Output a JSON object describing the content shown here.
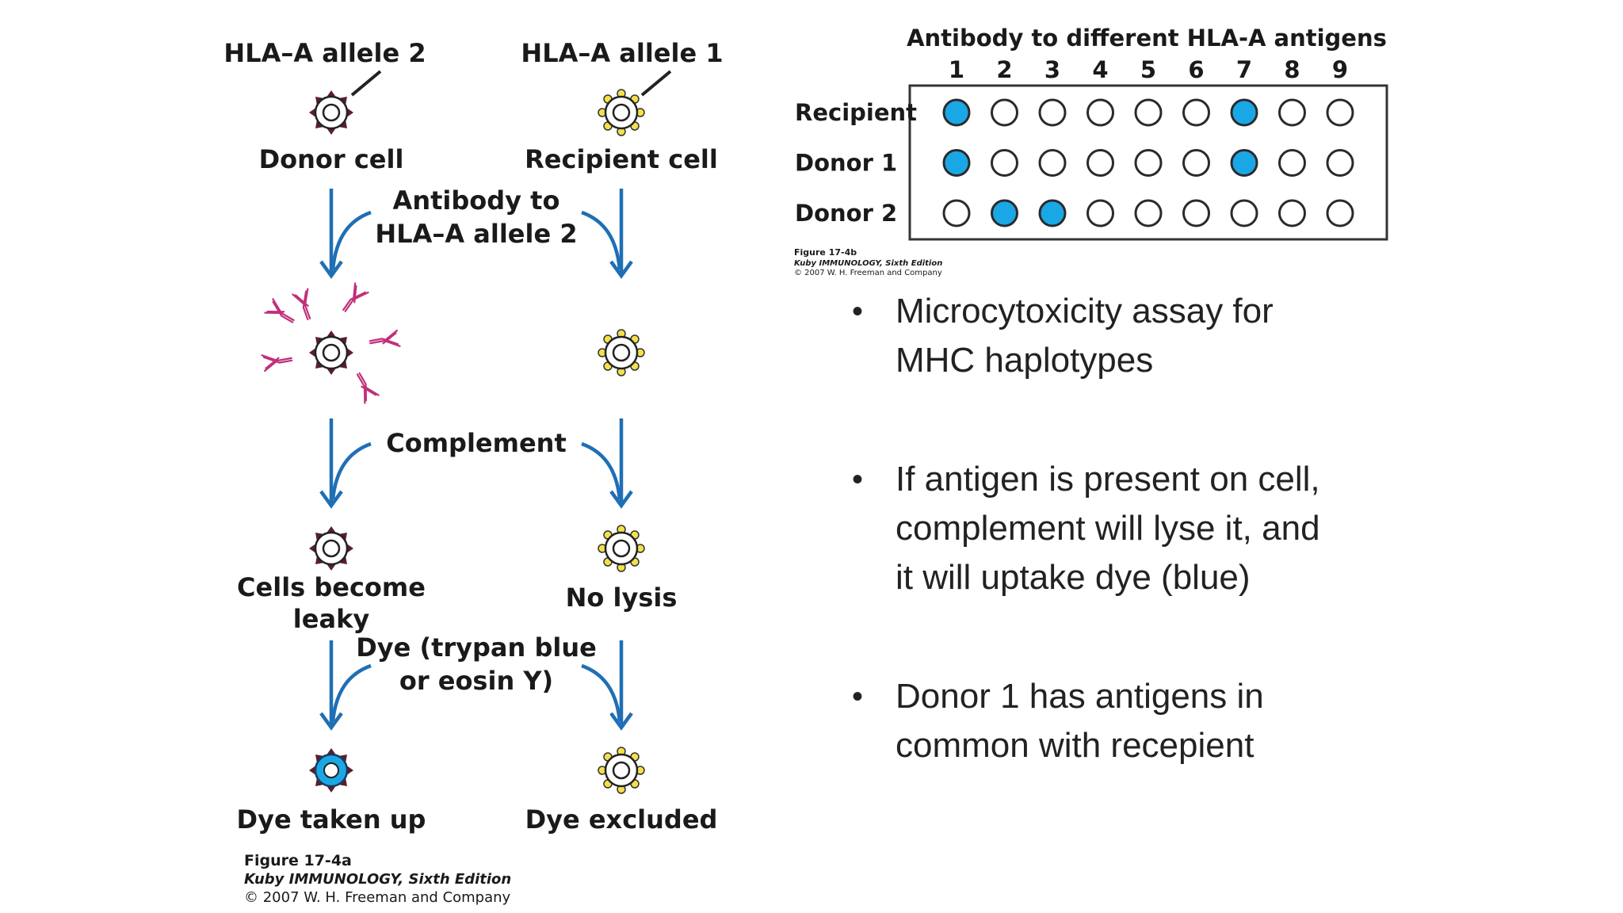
{
  "assay": {
    "allele2_label": "HLA–A allele 2",
    "allele1_label": "HLA–A allele 1",
    "donor_cell_label": "Donor cell",
    "recipient_cell_label": "Recipient cell",
    "antibody_label_line1": "Antibody to",
    "antibody_label_line2": "HLA–A allele 2",
    "complement_label": "Complement",
    "leaky_line1": "Cells become",
    "leaky_line2": "leaky",
    "no_lysis_label": "No lysis",
    "dye_line1": "Dye (trypan blue",
    "dye_line2": "or eosin Y)",
    "dye_taken_label": "Dye taken up",
    "dye_excluded_label": "Dye excluded",
    "figure_a": "Figure 17-4a",
    "book_a": "Kuby IMMUNOLOGY, Sixth Edition",
    "copyright_a": "© 2007 W. H. Freeman and Company"
  },
  "grid": {
    "title": "Antibody to different HLA-A antigens",
    "columns": [
      "1",
      "2",
      "3",
      "4",
      "5",
      "6",
      "7",
      "8",
      "9"
    ],
    "rows": [
      {
        "label": "Recipient",
        "positive": [
          true,
          false,
          false,
          false,
          false,
          false,
          true,
          false,
          false
        ]
      },
      {
        "label": "Donor 1",
        "positive": [
          true,
          false,
          false,
          false,
          false,
          false,
          true,
          false,
          false
        ]
      },
      {
        "label": "Donor 2",
        "positive": [
          false,
          true,
          true,
          false,
          false,
          false,
          false,
          false,
          false
        ]
      }
    ],
    "figure_b": "Figure 17-4b",
    "book_b": "Kuby IMMUNOLOGY, Sixth Edition",
    "copyright_b": "© 2007 W. H. Freeman and Company"
  },
  "bullets": [
    "Microcytoxicity assay for MHC haplotypes",
    "If antigen is present on cell, complement will lyse it, and it will uptake dye (blue)",
    "Donor 1 has antigens in common with recepient"
  ],
  "colors": {
    "arrow": "#1f6fb5",
    "dye_blue": "#1aa7e6",
    "antibody": "#c0307a",
    "donor_spike": "#5a1f2a",
    "recipient_bead": "#f3e04a"
  }
}
